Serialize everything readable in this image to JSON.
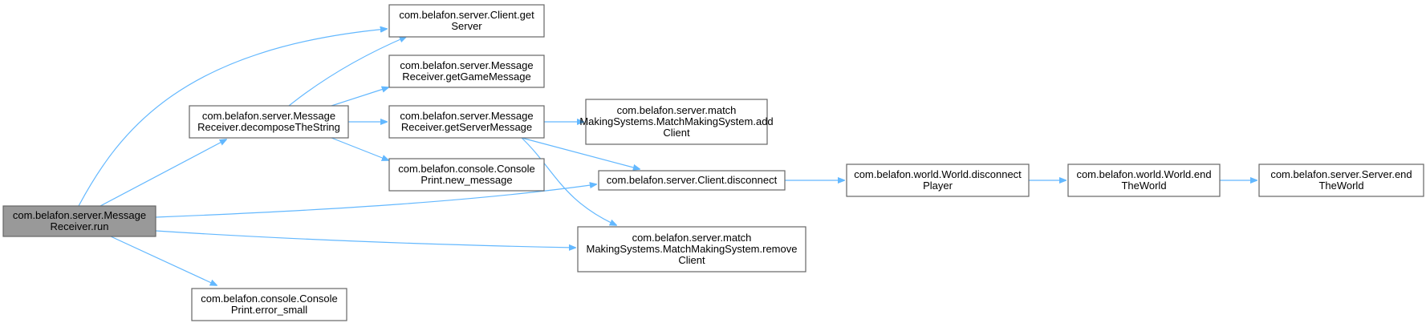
{
  "colors": {
    "edge": "#63B8FF",
    "root_fill": "#999999",
    "node_border": "#666666"
  },
  "nodes": [
    {
      "id": "run",
      "lines": [
        "com.belafon.server.Message",
        "Receiver.run"
      ],
      "root": true
    },
    {
      "id": "getServer",
      "lines": [
        "com.belafon.server.Client.get",
        "Server"
      ]
    },
    {
      "id": "decompose",
      "lines": [
        "com.belafon.server.Message",
        "Receiver.decomposeTheString"
      ]
    },
    {
      "id": "getGameMessage",
      "lines": [
        "com.belafon.server.Message",
        "Receiver.getGameMessage"
      ]
    },
    {
      "id": "getServerMessage",
      "lines": [
        "com.belafon.server.Message",
        "Receiver.getServerMessage"
      ]
    },
    {
      "id": "addClient",
      "lines": [
        "com.belafon.server.match",
        "MakingSystems.MatchMakingSystem.add",
        "Client"
      ]
    },
    {
      "id": "newMessage",
      "lines": [
        "com.belafon.console.Console",
        "Print.new_message"
      ]
    },
    {
      "id": "disconnect",
      "lines": [
        "com.belafon.server.Client.disconnect"
      ]
    },
    {
      "id": "removeClient",
      "lines": [
        "com.belafon.server.match",
        "MakingSystems.MatchMakingSystem.remove",
        "Client"
      ]
    },
    {
      "id": "errorSmall",
      "lines": [
        "com.belafon.console.Console",
        "Print.error_small"
      ]
    },
    {
      "id": "disconnectPlayer",
      "lines": [
        "com.belafon.world.World.disconnect",
        "Player"
      ]
    },
    {
      "id": "endWorld",
      "lines": [
        "com.belafon.world.World.end",
        "TheWorld"
      ]
    },
    {
      "id": "serverEndWorld",
      "lines": [
        "com.belafon.server.Server.end",
        "TheWorld"
      ]
    }
  ],
  "edges": [
    {
      "from": "run",
      "to": "getServer"
    },
    {
      "from": "run",
      "to": "decompose"
    },
    {
      "from": "run",
      "to": "disconnect"
    },
    {
      "from": "run",
      "to": "removeClient"
    },
    {
      "from": "run",
      "to": "errorSmall"
    },
    {
      "from": "decompose",
      "to": "getServer"
    },
    {
      "from": "decompose",
      "to": "getGameMessage"
    },
    {
      "from": "decompose",
      "to": "getServerMessage"
    },
    {
      "from": "decompose",
      "to": "newMessage"
    },
    {
      "from": "getServerMessage",
      "to": "addClient"
    },
    {
      "from": "getServerMessage",
      "to": "disconnect"
    },
    {
      "from": "getServerMessage",
      "to": "removeClient"
    },
    {
      "from": "disconnect",
      "to": "disconnectPlayer"
    },
    {
      "from": "disconnectPlayer",
      "to": "endWorld"
    },
    {
      "from": "endWorld",
      "to": "serverEndWorld"
    }
  ]
}
